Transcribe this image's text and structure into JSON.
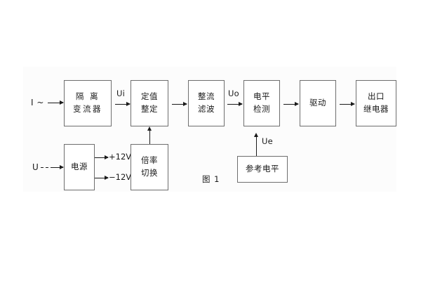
{
  "figure": {
    "caption": "图 1",
    "background": "#fcfcfc",
    "line_color": "#1a1a1a",
    "box_border_color": "#6e6e6e"
  },
  "inputs": {
    "current": "I ~",
    "voltage": "U"
  },
  "blocks": {
    "isolation_ct": {
      "line1": "隔 离",
      "line2": "变流器"
    },
    "setting": {
      "line1": "定值",
      "line2": "整定"
    },
    "rectifier_filter": {
      "line1": "整流",
      "line2": "滤波"
    },
    "level_detect": {
      "line1": "电平",
      "line2": "检测"
    },
    "drive": {
      "line1": "驱动",
      "line2": ""
    },
    "output_relay": {
      "line1": "出口",
      "line2": "继电器"
    },
    "power_supply": {
      "line1": "电源",
      "line2": ""
    },
    "ratio_switch": {
      "line1": "倍率",
      "line2": "切换"
    },
    "reference_level": {
      "line1": "参考电平",
      "line2": ""
    }
  },
  "signals": {
    "ui": "Ui",
    "uo": "Uo",
    "ue": "Ue"
  },
  "rails": {
    "positive": "+12V",
    "negative": "−12V"
  }
}
